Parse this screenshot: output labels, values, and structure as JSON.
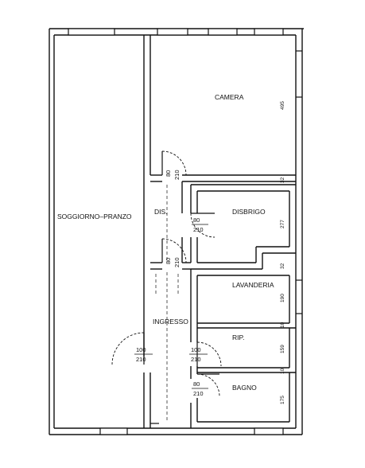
{
  "rooms": {
    "camera": "CAMERA",
    "soggiorno": "SOGGIORNO–PRANZO",
    "dis": "DIS.",
    "disbrigo": "DISBRIGO",
    "lavanderia": "LAVANDERIA",
    "ingresso": "INGRESSO",
    "rip": "RIP.",
    "bagno": "BAGNO"
  },
  "doors": [
    {
      "width": "80",
      "height": "210"
    },
    {
      "width": "80",
      "height": "210"
    },
    {
      "width": "80",
      "height": "210"
    },
    {
      "width": "100",
      "height": "210"
    },
    {
      "width": "100",
      "height": "210"
    },
    {
      "width": "80",
      "height": "210"
    }
  ],
  "dimensions": {
    "camera": "495",
    "wall1": "32",
    "disbrigo": "277",
    "wall2": "32",
    "lavanderia": "190",
    "wall3": "10",
    "rip": "159",
    "wall4": "10",
    "bagno": "175"
  }
}
